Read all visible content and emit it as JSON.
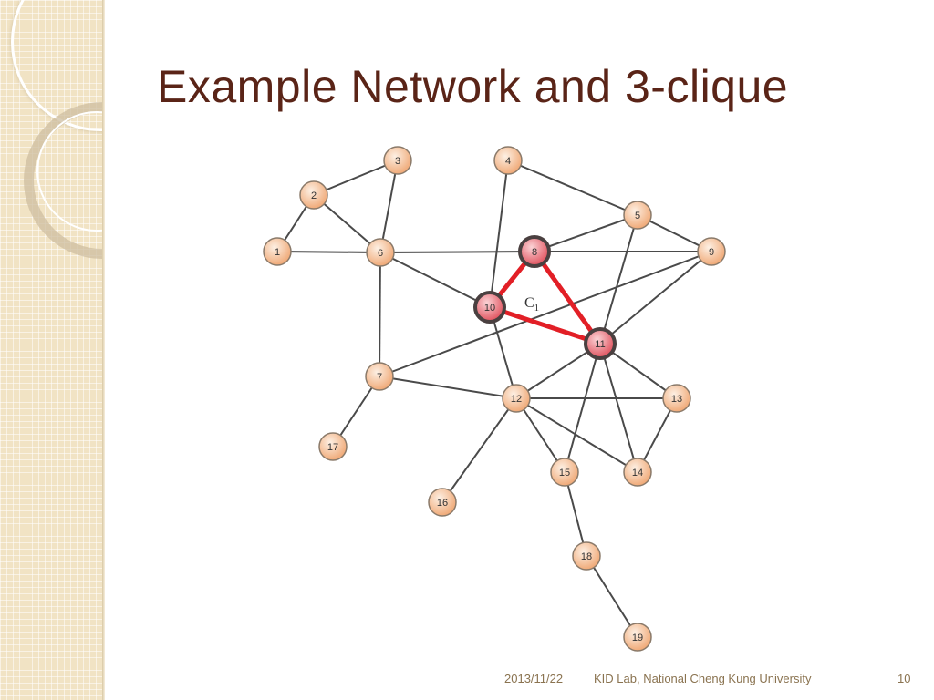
{
  "slide": {
    "title": "Example Network and 3-clique"
  },
  "diagram": {
    "clique_label": "C",
    "clique_label_subscript": "1",
    "nodes": [
      {
        "id": "1",
        "label": "1",
        "highlighted": false
      },
      {
        "id": "2",
        "label": "2",
        "highlighted": false
      },
      {
        "id": "3",
        "label": "3",
        "highlighted": false
      },
      {
        "id": "4",
        "label": "4",
        "highlighted": false
      },
      {
        "id": "5",
        "label": "5",
        "highlighted": false
      },
      {
        "id": "6",
        "label": "6",
        "highlighted": false
      },
      {
        "id": "7",
        "label": "7",
        "highlighted": false
      },
      {
        "id": "8",
        "label": "8",
        "highlighted": true
      },
      {
        "id": "9",
        "label": "9",
        "highlighted": false
      },
      {
        "id": "10",
        "label": "10",
        "highlighted": true
      },
      {
        "id": "11",
        "label": "11",
        "highlighted": true
      },
      {
        "id": "12",
        "label": "12",
        "highlighted": false
      },
      {
        "id": "13",
        "label": "13",
        "highlighted": false
      },
      {
        "id": "14",
        "label": "14",
        "highlighted": false
      },
      {
        "id": "15",
        "label": "15",
        "highlighted": false
      },
      {
        "id": "16",
        "label": "16",
        "highlighted": false
      },
      {
        "id": "17",
        "label": "17",
        "highlighted": false
      },
      {
        "id": "18",
        "label": "18",
        "highlighted": false
      },
      {
        "id": "19",
        "label": "19",
        "highlighted": false
      }
    ],
    "edges": [
      {
        "from": "1",
        "to": "2",
        "highlighted": false
      },
      {
        "from": "1",
        "to": "6",
        "highlighted": false
      },
      {
        "from": "2",
        "to": "3",
        "highlighted": false
      },
      {
        "from": "2",
        "to": "6",
        "highlighted": false
      },
      {
        "from": "3",
        "to": "6",
        "highlighted": false
      },
      {
        "from": "6",
        "to": "8",
        "highlighted": false
      },
      {
        "from": "6",
        "to": "10",
        "highlighted": false
      },
      {
        "from": "6",
        "to": "7",
        "highlighted": false
      },
      {
        "from": "4",
        "to": "5",
        "highlighted": false
      },
      {
        "from": "4",
        "to": "10",
        "highlighted": false
      },
      {
        "from": "5",
        "to": "8",
        "highlighted": false
      },
      {
        "from": "5",
        "to": "9",
        "highlighted": false
      },
      {
        "from": "5",
        "to": "11",
        "highlighted": false
      },
      {
        "from": "8",
        "to": "9",
        "highlighted": false
      },
      {
        "from": "9",
        "to": "7",
        "highlighted": false
      },
      {
        "from": "9",
        "to": "11",
        "highlighted": false
      },
      {
        "from": "8",
        "to": "10",
        "highlighted": true
      },
      {
        "from": "8",
        "to": "11",
        "highlighted": true
      },
      {
        "from": "10",
        "to": "11",
        "highlighted": true
      },
      {
        "from": "10",
        "to": "12",
        "highlighted": false
      },
      {
        "from": "7",
        "to": "12",
        "highlighted": false
      },
      {
        "from": "7",
        "to": "17",
        "highlighted": false
      },
      {
        "from": "11",
        "to": "12",
        "highlighted": false
      },
      {
        "from": "11",
        "to": "13",
        "highlighted": false
      },
      {
        "from": "11",
        "to": "14",
        "highlighted": false
      },
      {
        "from": "11",
        "to": "15",
        "highlighted": false
      },
      {
        "from": "12",
        "to": "13",
        "highlighted": false
      },
      {
        "from": "12",
        "to": "14",
        "highlighted": false
      },
      {
        "from": "12",
        "to": "15",
        "highlighted": false
      },
      {
        "from": "12",
        "to": "16",
        "highlighted": false
      },
      {
        "from": "13",
        "to": "14",
        "highlighted": false
      },
      {
        "from": "15",
        "to": "18",
        "highlighted": false
      },
      {
        "from": "18",
        "to": "19",
        "highlighted": false
      }
    ]
  },
  "footer": {
    "date": "2013/11/22",
    "organization": "KID Lab, National Cheng Kung University",
    "page_number": "10"
  },
  "colors": {
    "title": "#5a2417",
    "sidebar": "#f1e3c4",
    "node_fill": "#f4b98c",
    "highlight_node_fill": "#e6707a",
    "highlight_edge": "#e21f26",
    "edge": "#4a4a4a",
    "footer_text": "#8a7350"
  }
}
